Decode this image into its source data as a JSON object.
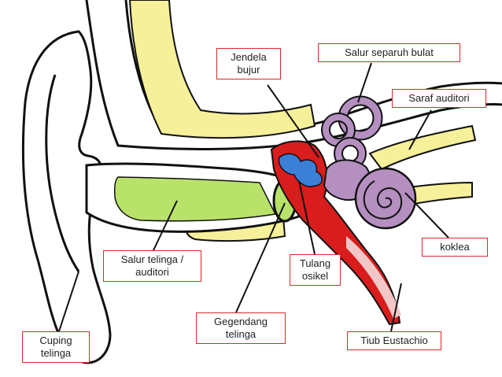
{
  "labels": {
    "jendela_bujur": [
      "Jendela",
      "bujur"
    ],
    "salur_separuh_bulat": [
      "Salur separuh bulat"
    ],
    "saraf_auditori": [
      "Saraf auditori"
    ],
    "koklea": [
      "koklea"
    ],
    "salur_telinga": [
      "Salur telinga /",
      "auditori"
    ],
    "tulang_osikel": [
      "Tulang",
      "osikel"
    ],
    "gegendang_telinga": [
      "Gegendang",
      "telinga"
    ],
    "tiub_eustachio": [
      "Tiub Eustachio"
    ],
    "cuping_telinga": [
      "Cuping",
      "telinga"
    ]
  },
  "colors": {
    "label_border": "#d42a2a",
    "canal_green": "#b9e26a",
    "bone_yellow": "#f7f09a",
    "ossicle_red": "#d91c1c",
    "oval_window_blue": "#3b7fd6",
    "inner_ear_purple": "#b48fc0",
    "outline": "#111111"
  }
}
